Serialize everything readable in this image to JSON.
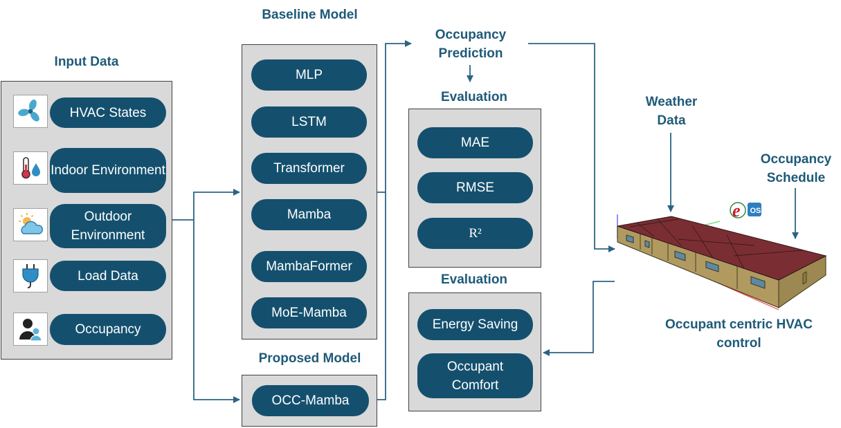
{
  "input_data": {
    "title": "Input Data",
    "items": [
      {
        "label": "HVAC States",
        "icon": "fan-icon"
      },
      {
        "label": "Indoor Environment",
        "icon": "thermometer-droplet-icon"
      },
      {
        "label": "Outdoor Environment",
        "icon": "sun-cloud-icon"
      },
      {
        "label": "Load Data",
        "icon": "plug-icon"
      },
      {
        "label": "Occupancy",
        "icon": "people-icon"
      }
    ]
  },
  "baseline_model": {
    "title": "Baseline Model",
    "items": [
      "MLP",
      "LSTM",
      "Transformer",
      "Mamba",
      "MambaFormer",
      "MoE-Mamba"
    ]
  },
  "proposed_model": {
    "title": "Proposed Model",
    "item": "OCC-Mamba"
  },
  "occupancy_prediction": {
    "title": "Occupancy Prediction"
  },
  "evaluation_metrics": {
    "title": "Evaluation",
    "items": [
      "MAE",
      "RMSE",
      "R²"
    ]
  },
  "evaluation_control": {
    "title": "Evaluation",
    "items": [
      "Energy Saving",
      "Occupant Comfort"
    ]
  },
  "building": {
    "weather": "Weather Data",
    "schedule": "Occupancy Schedule",
    "control": "Occupant centric HVAC control",
    "logo_letter": "e",
    "logo_os": "OS"
  },
  "colors": {
    "pill": "#14506e",
    "label": "#1e5a78",
    "panel": "#d9d9d9",
    "arrow": "#2b6483",
    "roof": "#7a2e33",
    "wall": "#b09a60"
  }
}
